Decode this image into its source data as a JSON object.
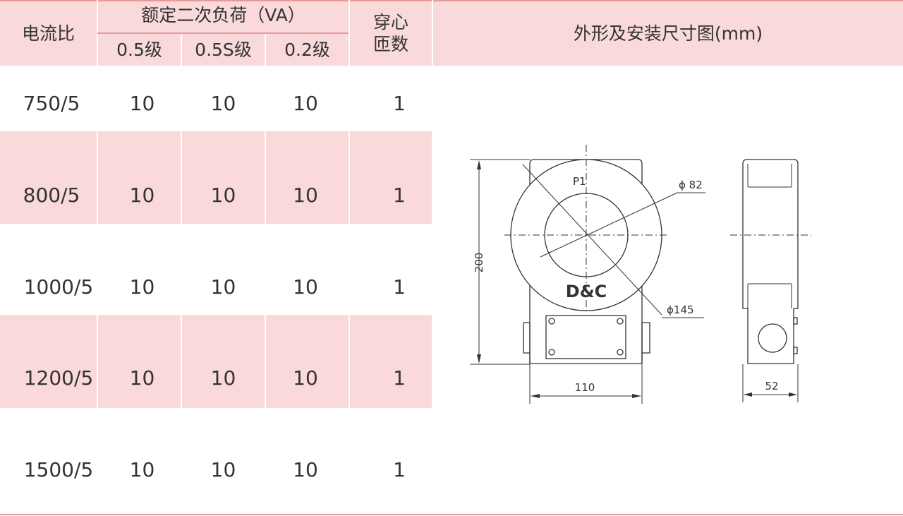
{
  "header": {
    "ratio": "电流比",
    "load_group": "额定二次负荷（VA）",
    "class_05": "0.5级",
    "class_05s": "0.5S级",
    "class_02": "0.2级",
    "turns_l1": "穿心",
    "turns_l2": "匝数",
    "drawing": "外形及安装尺寸图(mm)"
  },
  "rows": [
    {
      "ratio": "750/5",
      "c05": "10",
      "c05s": "10",
      "c02": "10",
      "turns": "1"
    },
    {
      "ratio": "800/5",
      "c05": "10",
      "c05s": "10",
      "c02": "10",
      "turns": "1"
    },
    {
      "ratio": "1000/5",
      "c05": "10",
      "c05s": "10",
      "c02": "10",
      "turns": "1"
    },
    {
      "ratio": "1200/5",
      "c05": "10",
      "c05s": "10",
      "c02": "10",
      "turns": "1"
    },
    {
      "ratio": "1500/5",
      "c05": "10",
      "c05s": "10",
      "c02": "10",
      "turns": "1"
    }
  ],
  "drawing": {
    "p1": "P1",
    "d_inner": "ϕ 82",
    "d_outer": "ϕ145",
    "height": "200",
    "width": "110",
    "depth": "52",
    "logo": "D&C"
  },
  "colors": {
    "header_bg": "#f9d9d9",
    "rule": "#e79a9a",
    "text": "#333333"
  }
}
